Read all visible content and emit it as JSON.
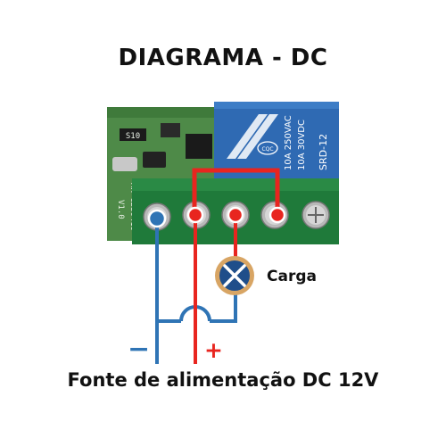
{
  "title": "DIAGRAMA - DC",
  "load_label": "Carga",
  "minus_sign": "−",
  "plus_sign": "+",
  "footer": "Fonte de alimentação DC 12V",
  "board": {
    "resistor_code": "S10",
    "board_id": "AK-C230419",
    "version": "V1.0",
    "relay_model": "SRD-12",
    "relay_rating_1": "10A 250VAC",
    "relay_rating_2": "10A 30VDC",
    "relay_brand": "CQC"
  },
  "colors": {
    "negative_wire": "#2f74b5",
    "positive_wire": "#e8251f",
    "load_lamp": "#1f4e8a",
    "relay_body": "#2f6ab3",
    "pcb": "#4e8a48",
    "terminal_block": "#1f7a3a"
  }
}
